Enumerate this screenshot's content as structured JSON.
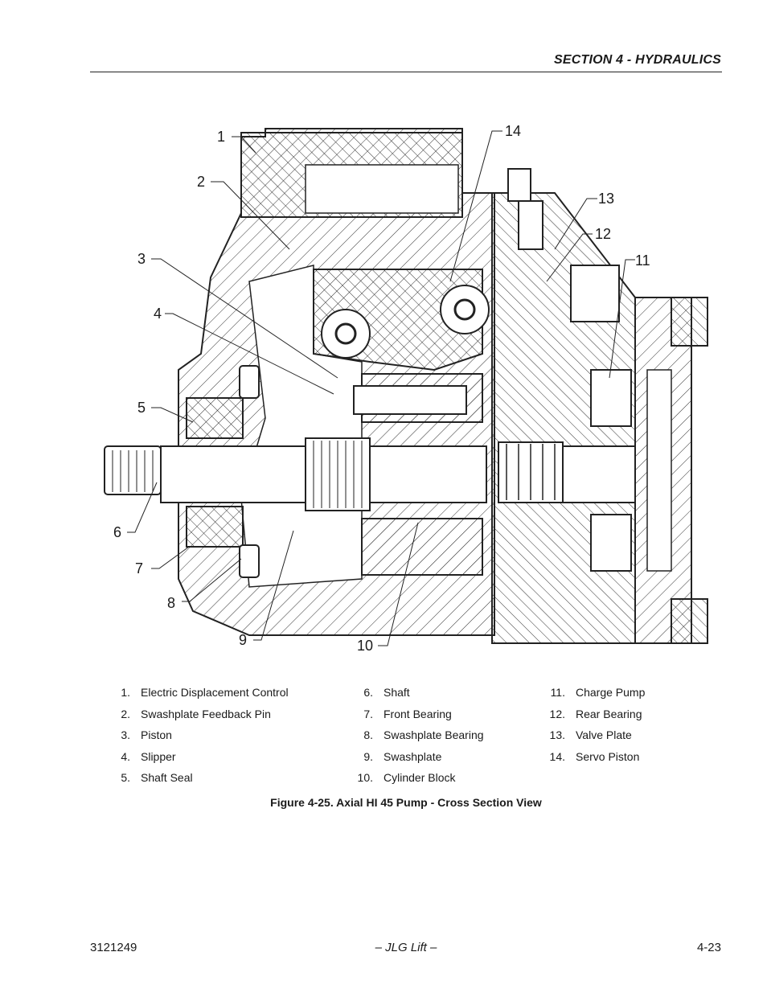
{
  "header": {
    "section_title": "SECTION 4 - HYDRAULICS"
  },
  "figure": {
    "callouts": [
      "1",
      "2",
      "3",
      "4",
      "5",
      "6",
      "7",
      "8",
      "9",
      "10",
      "11",
      "12",
      "13",
      "14"
    ],
    "legend": [
      {
        "num": "1.",
        "label": "Electric Displacement Control"
      },
      {
        "num": "2.",
        "label": "Swashplate Feedback Pin"
      },
      {
        "num": "3.",
        "label": "Piston"
      },
      {
        "num": "4.",
        "label": "Slipper"
      },
      {
        "num": "5.",
        "label": "Shaft Seal"
      },
      {
        "num": "6.",
        "label": "Shaft"
      },
      {
        "num": "7.",
        "label": "Front Bearing"
      },
      {
        "num": "8.",
        "label": "Swashplate Bearing"
      },
      {
        "num": "9.",
        "label": "Swashplate"
      },
      {
        "num": "10.",
        "label": "Cylinder Block"
      },
      {
        "num": "11.",
        "label": "Charge Pump"
      },
      {
        "num": "12.",
        "label": "Rear Bearing"
      },
      {
        "num": "13.",
        "label": "Valve Plate"
      },
      {
        "num": "14.",
        "label": "Servo Piston"
      }
    ],
    "caption": "Figure 4-25.  Axial HI 45 Pump - Cross Section View"
  },
  "footer": {
    "doc_number": "3121249",
    "center": "– JLG Lift –",
    "page": "4-23"
  }
}
